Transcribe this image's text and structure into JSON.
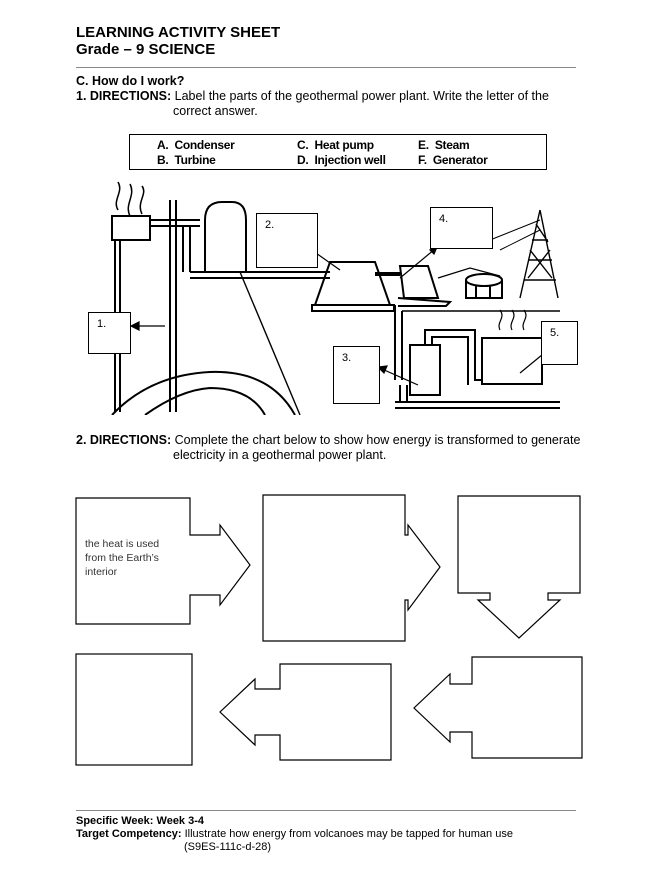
{
  "header": {
    "title_line1": "LEARNING ACTIVITY SHEET",
    "title_line2": "Grade – 9 SCIENCE"
  },
  "section": {
    "heading": "C. How do I work?"
  },
  "activity1": {
    "directions_label": "1. DIRECTIONS:",
    "directions_text": "Label the parts of the geothermal power plant. Write the letter of the",
    "directions_text2": "correct answer.",
    "choices": [
      {
        "letter": "A.",
        "text": "Condenser"
      },
      {
        "letter": "B.",
        "text": "Turbine"
      },
      {
        "letter": "C.",
        "text": "Heat pump"
      },
      {
        "letter": "D.",
        "text": "Injection well"
      },
      {
        "letter": "E.",
        "text": "Steam"
      },
      {
        "letter": "F.",
        "text": "Generator"
      }
    ],
    "label_boxes": [
      "1.",
      "2.",
      "3.",
      "4.",
      "5."
    ]
  },
  "activity2": {
    "directions_label": "2. DIRECTIONS:",
    "directions_text": "Complete the chart below to show how energy is transformed to generate",
    "directions_text2": "electricity in a geothermal power plant.",
    "first_box_text": [
      "the heat is used",
      "from the Earth’s",
      "interior"
    ]
  },
  "footer": {
    "week_label": "Specific Week:",
    "week_value": "Week 3-4",
    "competency_label": "Target Competency:",
    "competency_value": "Illustrate how energy from volcanoes may be tapped for human use",
    "competency_code": "(S9ES-111c-d-28)"
  }
}
